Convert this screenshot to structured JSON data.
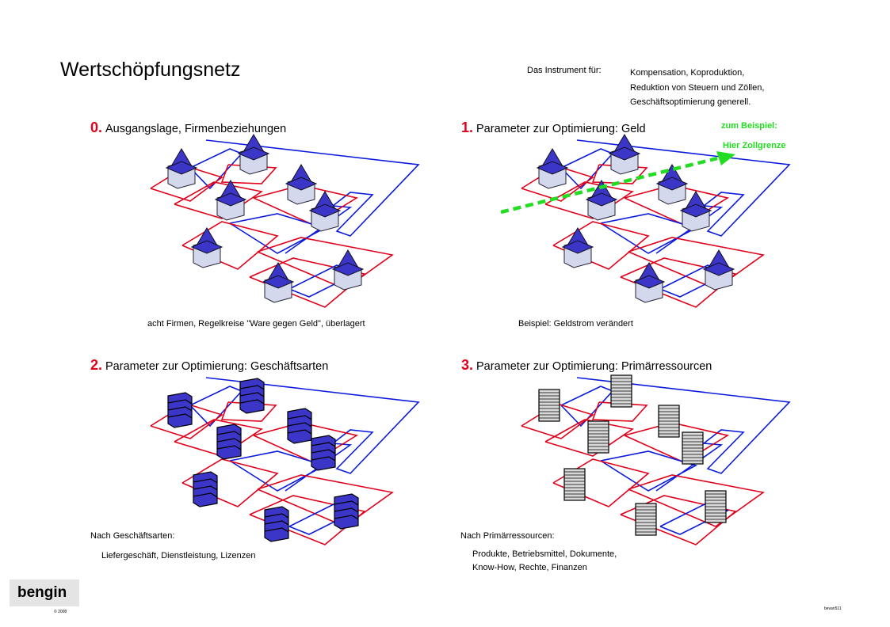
{
  "title": "Wertschöpfungsnetz",
  "instrument": {
    "label": "Das Instrument für:",
    "lines": [
      "Kompensation, Koproduktion,",
      "Reduktion von Steuern und Zöllen,",
      "Geschäftsoptimierung generell."
    ]
  },
  "sections": [
    {
      "num": "0.",
      "title": "Ausgangslage, Firmenbeziehungen"
    },
    {
      "num": "1.",
      "title": "Parameter zur Optimierung: Geld"
    },
    {
      "num": "2.",
      "title": "Parameter zur Optimierung: Geschäftsarten"
    },
    {
      "num": "3.",
      "title": "Parameter zur Optimierung: Primärressourcen"
    }
  ],
  "captions": {
    "s0": "acht Firmen, Regelkreise \"Ware gegen Geld\", überlagert",
    "s1": "Beispiel: Geldstrom verändert",
    "s2_head": "Nach Geschäftsarten:",
    "s2_line": "Liefergeschäft, Dienstleistung, Lizenzen",
    "s3_head": "Nach Primärressourcen:",
    "s3_lines": [
      "Produkte, Betriebsmittel, Dokumente,",
      "Know-How, Rechte, Finanzen"
    ]
  },
  "example_note": [
    "zum Beispiel:",
    "Hier Zollgrenze"
  ],
  "logo": "bengin",
  "copyright": "© 2008",
  "ref": "bevan511",
  "colors": {
    "red": "#e0001a",
    "blue": "#0a1adc",
    "green": "#22dd22",
    "building": "#3b36c8",
    "factory": "#d4d8ec"
  }
}
